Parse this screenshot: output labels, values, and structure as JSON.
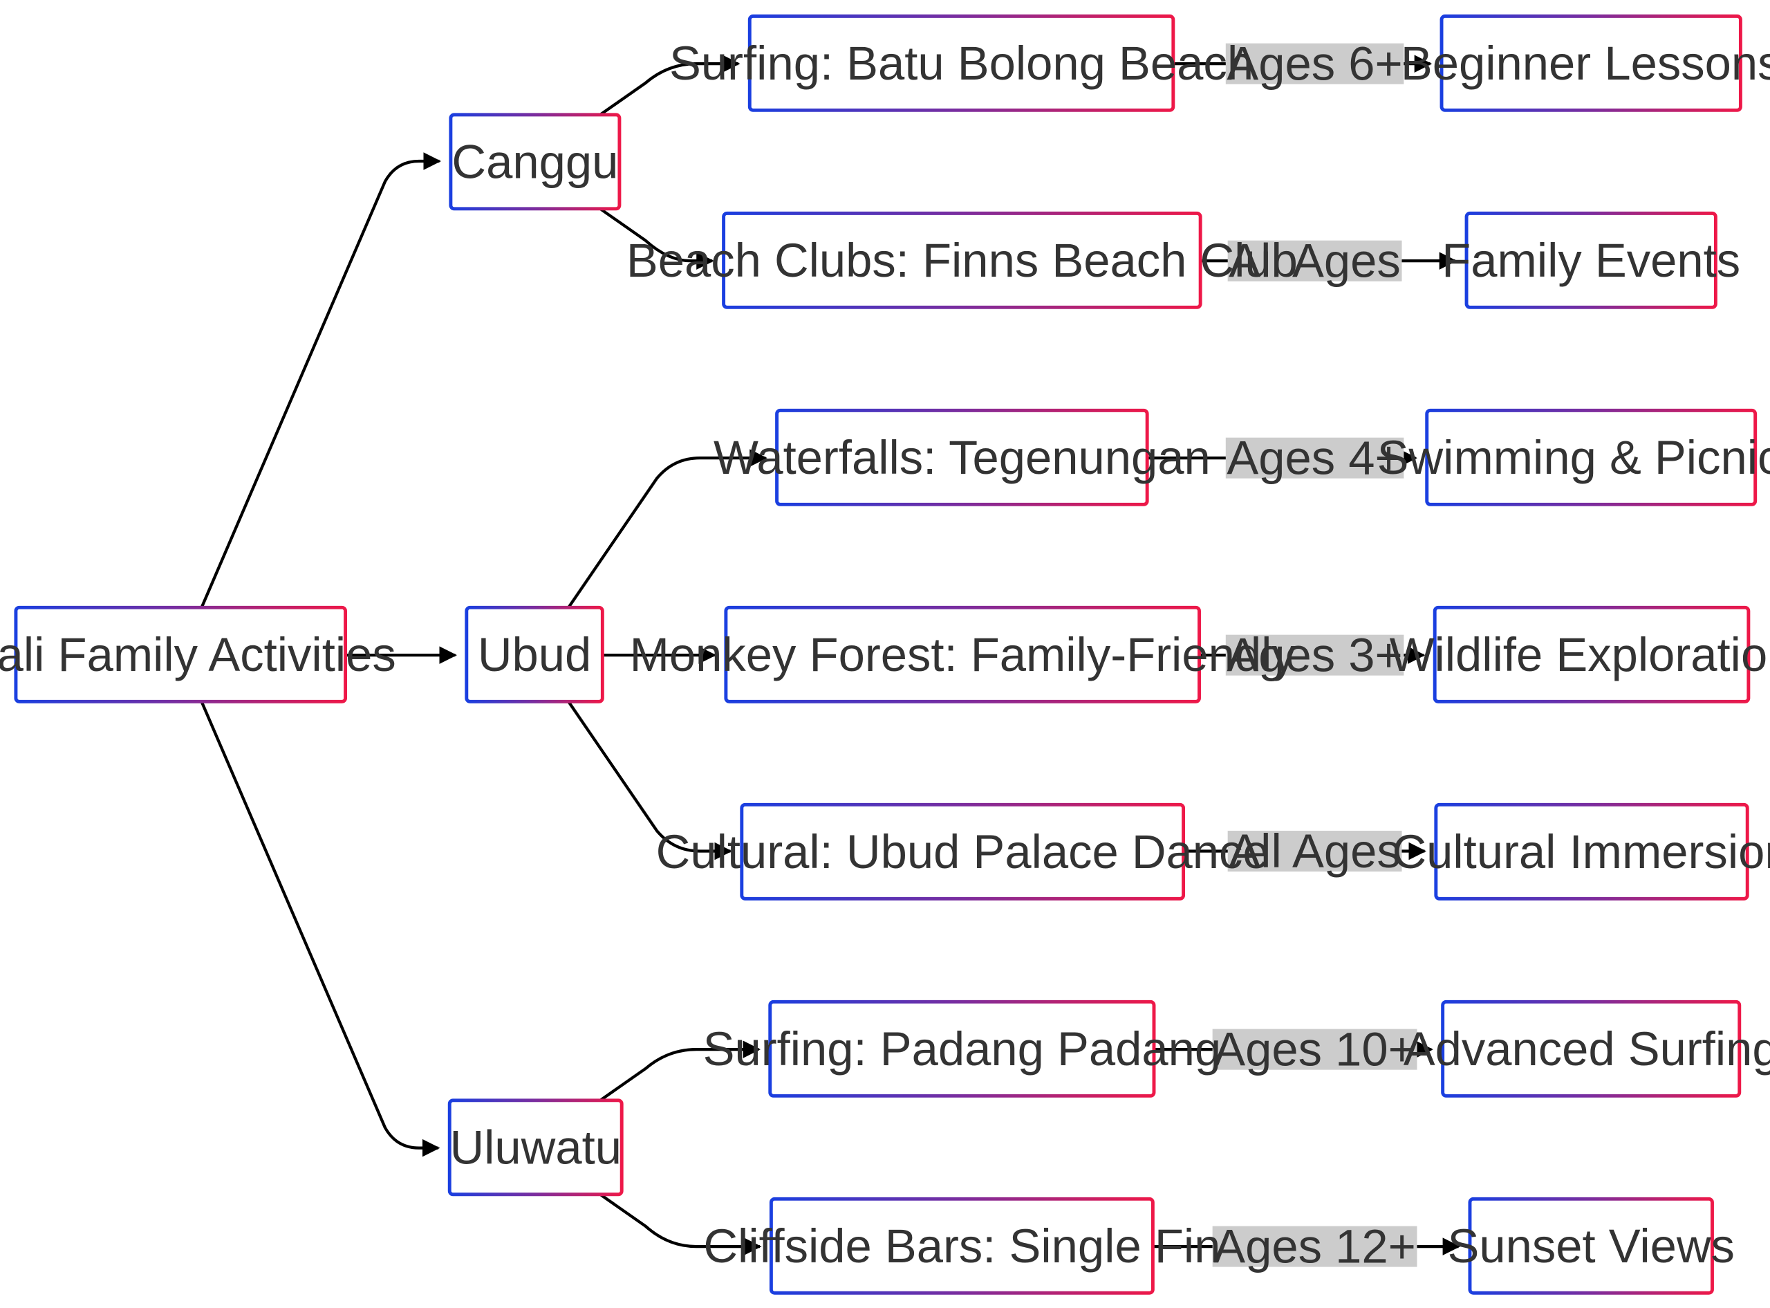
{
  "diagram": {
    "type": "flowchart",
    "direction": "left-to-right",
    "colors": {
      "border_gradient_start": "#1a3fe0",
      "border_gradient_mid": "#7b2d9e",
      "border_gradient_end": "#ee1848",
      "node_fill": "#ffffff",
      "node_text": "#333333",
      "edge": "#000000",
      "edge_label_bg": "#cccccc"
    },
    "nodes": [
      {
        "id": "root",
        "label": "Bali Family Activities"
      },
      {
        "id": "canggu",
        "label": "Canggu"
      },
      {
        "id": "ubud",
        "label": "Ubud"
      },
      {
        "id": "uluwatu",
        "label": "Uluwatu"
      },
      {
        "id": "batu",
        "label": "Surfing: Batu Bolong Beach"
      },
      {
        "id": "finns",
        "label": "Beach Clubs: Finns Beach Club"
      },
      {
        "id": "tegenungan",
        "label": "Waterfalls: Tegenungan"
      },
      {
        "id": "monkey",
        "label": "Monkey Forest: Family-Friendly"
      },
      {
        "id": "palace",
        "label": "Cultural: Ubud Palace Dance"
      },
      {
        "id": "padang",
        "label": "Surfing: Padang Padang"
      },
      {
        "id": "singlefin",
        "label": "Cliffside Bars: Single Fin"
      },
      {
        "id": "beginner",
        "label": "Beginner Lessons"
      },
      {
        "id": "family",
        "label": "Family Events"
      },
      {
        "id": "swimming",
        "label": "Swimming & Picnics"
      },
      {
        "id": "wildlife",
        "label": "Wildlife Exploration"
      },
      {
        "id": "cultural",
        "label": "Cultural Immersion"
      },
      {
        "id": "advanced",
        "label": "Advanced Surfing"
      },
      {
        "id": "sunset",
        "label": "Sunset Views"
      }
    ],
    "edges": [
      {
        "from": "root",
        "to": "canggu",
        "label": ""
      },
      {
        "from": "root",
        "to": "ubud",
        "label": ""
      },
      {
        "from": "root",
        "to": "uluwatu",
        "label": ""
      },
      {
        "from": "canggu",
        "to": "batu",
        "label": ""
      },
      {
        "from": "canggu",
        "to": "finns",
        "label": ""
      },
      {
        "from": "ubud",
        "to": "tegenungan",
        "label": ""
      },
      {
        "from": "ubud",
        "to": "monkey",
        "label": ""
      },
      {
        "from": "ubud",
        "to": "palace",
        "label": ""
      },
      {
        "from": "uluwatu",
        "to": "padang",
        "label": ""
      },
      {
        "from": "uluwatu",
        "to": "singlefin",
        "label": ""
      },
      {
        "from": "batu",
        "to": "beginner",
        "label": "Ages 6+"
      },
      {
        "from": "finns",
        "to": "family",
        "label": "All Ages"
      },
      {
        "from": "tegenungan",
        "to": "swimming",
        "label": "Ages 4+"
      },
      {
        "from": "monkey",
        "to": "wildlife",
        "label": "Ages 3+"
      },
      {
        "from": "palace",
        "to": "cultural",
        "label": "All Ages"
      },
      {
        "from": "padang",
        "to": "advanced",
        "label": "Ages 10+"
      },
      {
        "from": "singlefin",
        "to": "sunset",
        "label": "Ages 12+"
      }
    ]
  }
}
